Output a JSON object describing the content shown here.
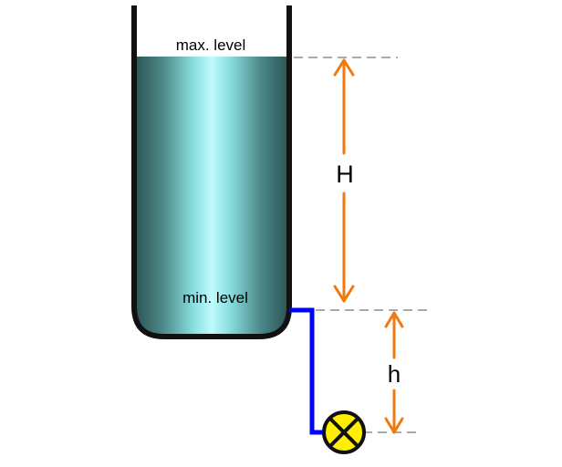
{
  "diagram": {
    "labels": {
      "max_level": "max. level",
      "min_level": "min. level",
      "height_H": "H",
      "height_h": "h"
    },
    "colors": {
      "tank_wall": "#111111",
      "liquid_dark": "#2c5454",
      "liquid_light": "#bffbff",
      "pipe": "#0000ff",
      "arrow": "#f07a10",
      "guide_line": "#aaaaaa",
      "valve_fill": "#ffef00",
      "valve_stroke": "#111111"
    },
    "icons": {
      "valve": "valve-icon"
    }
  }
}
